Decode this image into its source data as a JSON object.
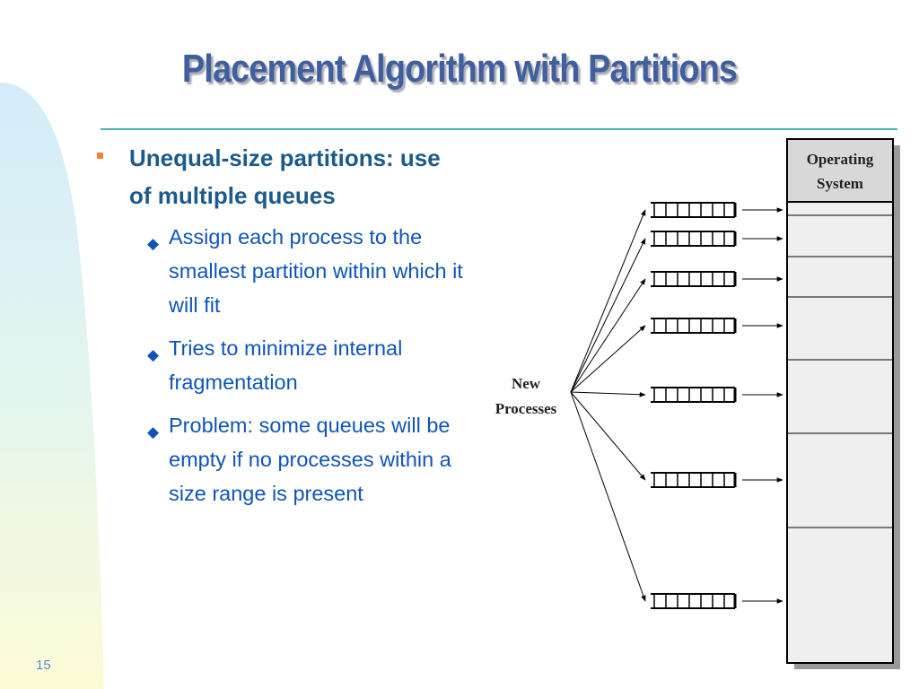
{
  "slide": {
    "title": "Placement Algorithm with Partitions",
    "page_number": "15"
  },
  "bullets": {
    "main": "Unequal-size partitions: use of multiple queues",
    "sub": [
      "Assign each process to the smallest partition within which it will fit",
      "Tries to minimize internal fragmentation",
      "Problem: some queues will be empty if no processes within a size range is present"
    ]
  },
  "diagram": {
    "os_label_line1": "Operating",
    "os_label_line2": "System",
    "new_label_line1": "New",
    "new_label_line2": "Processes"
  },
  "colors": {
    "title": "#3f5f9f",
    "rule": "#46b3b3",
    "bullet_marker": "#f08040",
    "main_text": "#1c5a8c",
    "sub_text": "#0f54b8"
  }
}
